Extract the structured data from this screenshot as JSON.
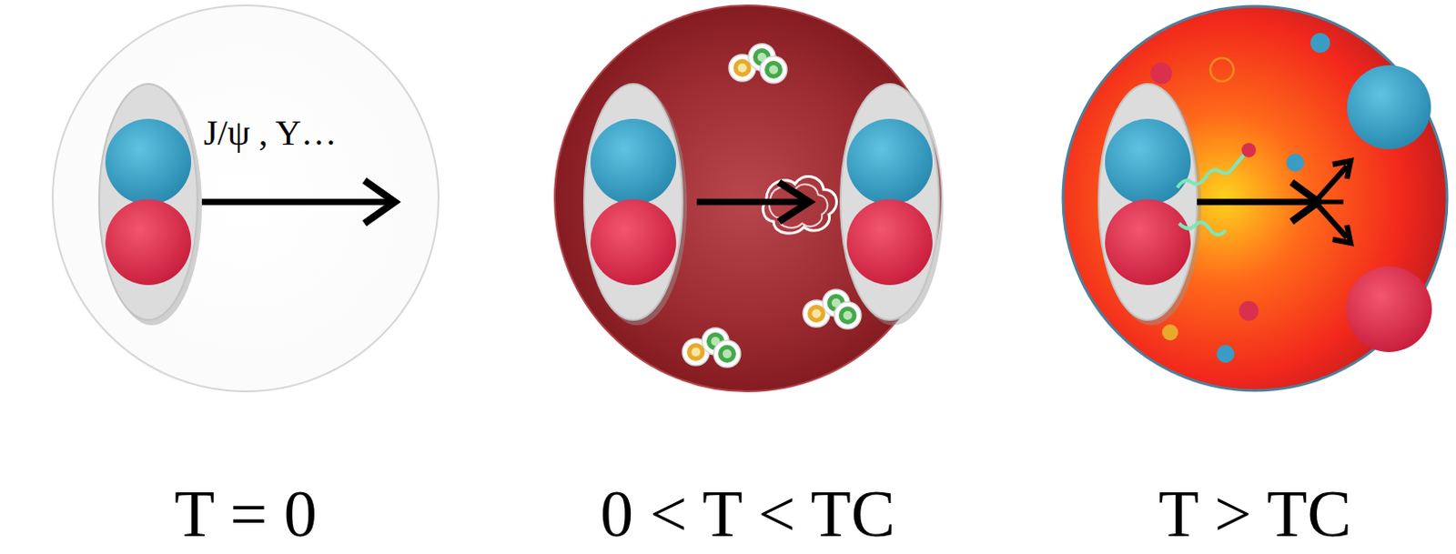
{
  "diagram": {
    "nodes": [
      {
        "text": [
          "J/ψ , Υ…",
          "T = 0"
        ]
      },
      {
        "text": [
          "0 < T < TC"
        ]
      },
      {
        "text": [
          "T > TC"
        ]
      }
    ]
  }
}
